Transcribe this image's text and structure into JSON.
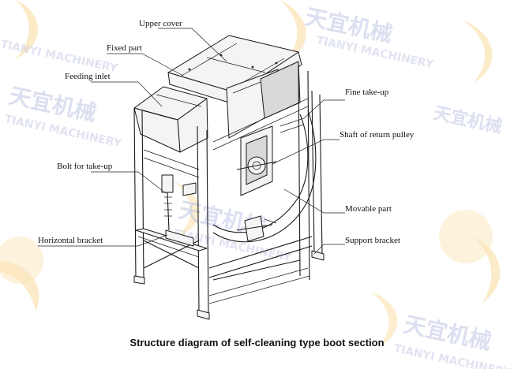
{
  "labels": {
    "upper_cover": "Upper cover",
    "fixed_part": "Fixed part",
    "feeding_inlet": "Feeding inlet",
    "fine_take_up": "Fine take-up",
    "shaft_of_return_pulley": "Shaft of return pulley",
    "bolt_for_take_up": "Bolt for take-up",
    "movable_part": "Movable part",
    "horizontal_bracket": "Horizontal bracket",
    "support_bracket": "Support bracket"
  },
  "caption": "Structure diagram of self-cleaning type boot section",
  "watermark": {
    "cn": "天宜机械",
    "en": "TIANYI MACHINERY"
  },
  "colors": {
    "watermark_sun": "#fbe3b0",
    "watermark_text": "#c9cde6",
    "line": "#1a1a1a"
  }
}
